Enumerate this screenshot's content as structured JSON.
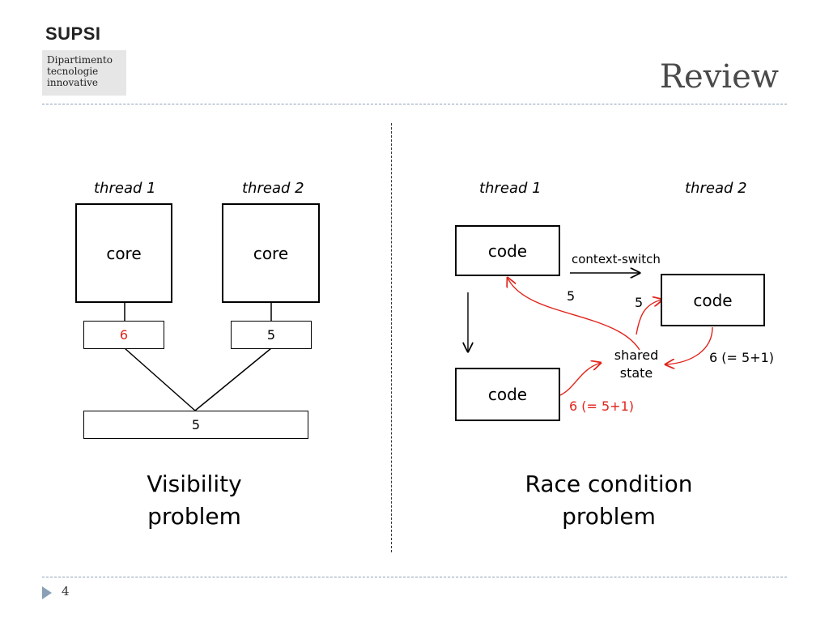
{
  "header": {
    "logo_name": "SUPSI",
    "department": [
      "Dipartimento",
      "tecnologie",
      "innovative"
    ],
    "title": "Review"
  },
  "visibility": {
    "thread1_label": "thread 1",
    "thread2_label": "thread 2",
    "core1_label": "core",
    "core2_label": "core",
    "cache1_value": "6",
    "cache2_value": "5",
    "memory_value": "5",
    "caption_line1": "Visibility",
    "caption_line2": "problem"
  },
  "race": {
    "thread1_label": "thread 1",
    "thread2_label": "thread 2",
    "code_top_left": "code",
    "code_right": "code",
    "code_bottom_left": "code",
    "context_switch": "context-switch",
    "read_left": "5",
    "read_right": "5",
    "shared_line1": "shared",
    "shared_line2": "state",
    "write_right": "6 (= 5+1)",
    "write_left": "6 (= 5+1)",
    "caption_line1": "Race condition",
    "caption_line2": "problem"
  },
  "footer": {
    "page_number": "4"
  },
  "colors": {
    "accent_red": "#e0241b",
    "rule_blue": "#8aa0b6"
  }
}
